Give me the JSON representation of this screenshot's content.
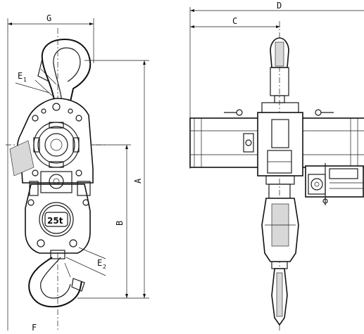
{
  "dimensions": {
    "A": "A",
    "B": "B",
    "C": "C",
    "D": "D",
    "E1_main": "E",
    "E1_sub": "1",
    "E2_main": "E",
    "E2_sub": "2",
    "F": "F",
    "G": "G"
  },
  "capacity_label": "25t"
}
